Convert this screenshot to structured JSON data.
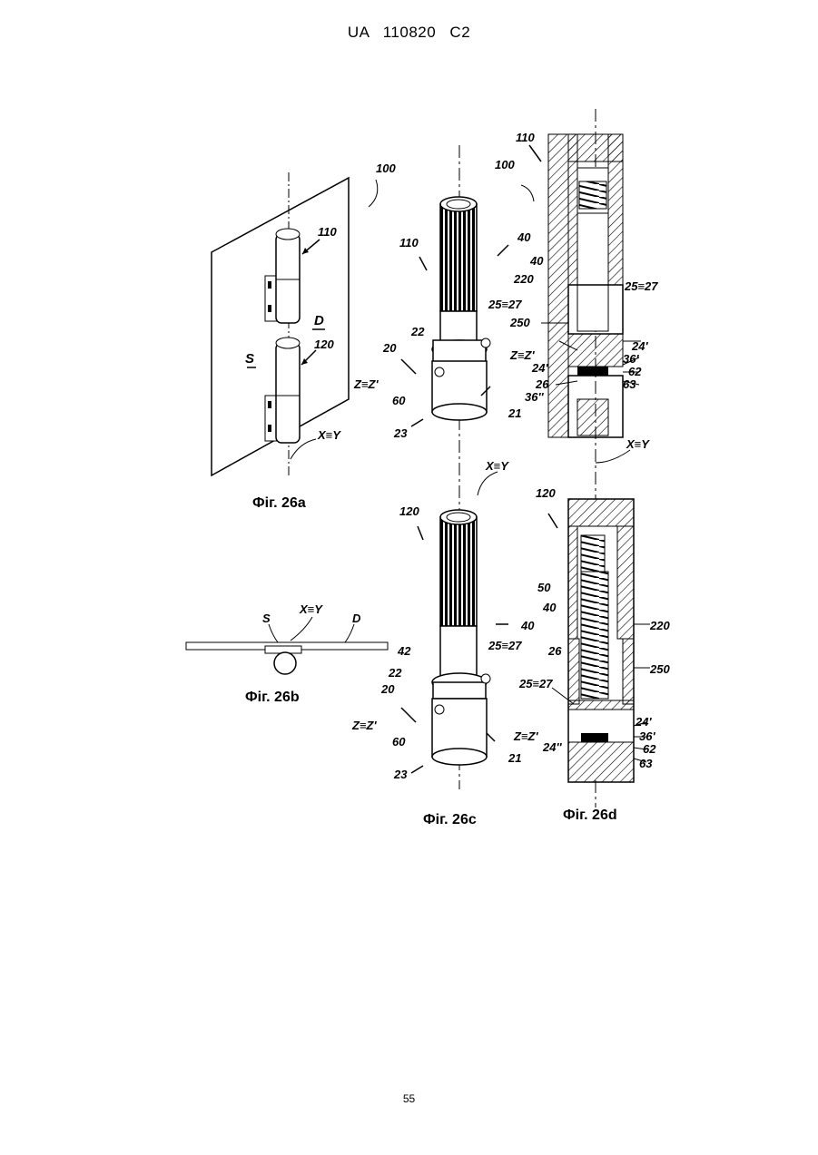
{
  "header": {
    "text": "UA   110820   C2"
  },
  "page_number": "55",
  "captions": {
    "fig_a": "Фіг. 26a",
    "fig_b": "Фіг. 26b",
    "fig_c": "Фіг. 26c",
    "fig_d": "Фіг. 26d"
  },
  "labels": {
    "r100": "100",
    "r110": "110",
    "r120": "120",
    "S": "S",
    "D": "D",
    "XY": "X≡Y",
    "ZZ": "Z≡Z'",
    "r40": "40",
    "r42": "42",
    "r22": "22",
    "r20": "20",
    "r21": "21",
    "r23": "23",
    "r60": "60",
    "r2527": "25≡27",
    "r220": "220",
    "r250": "250",
    "r24p": "24'",
    "r24pp": "24''",
    "r36p": "36'",
    "r36pp": "36''",
    "r26": "26",
    "r62": "62",
    "r63": "63",
    "r50": "50"
  }
}
